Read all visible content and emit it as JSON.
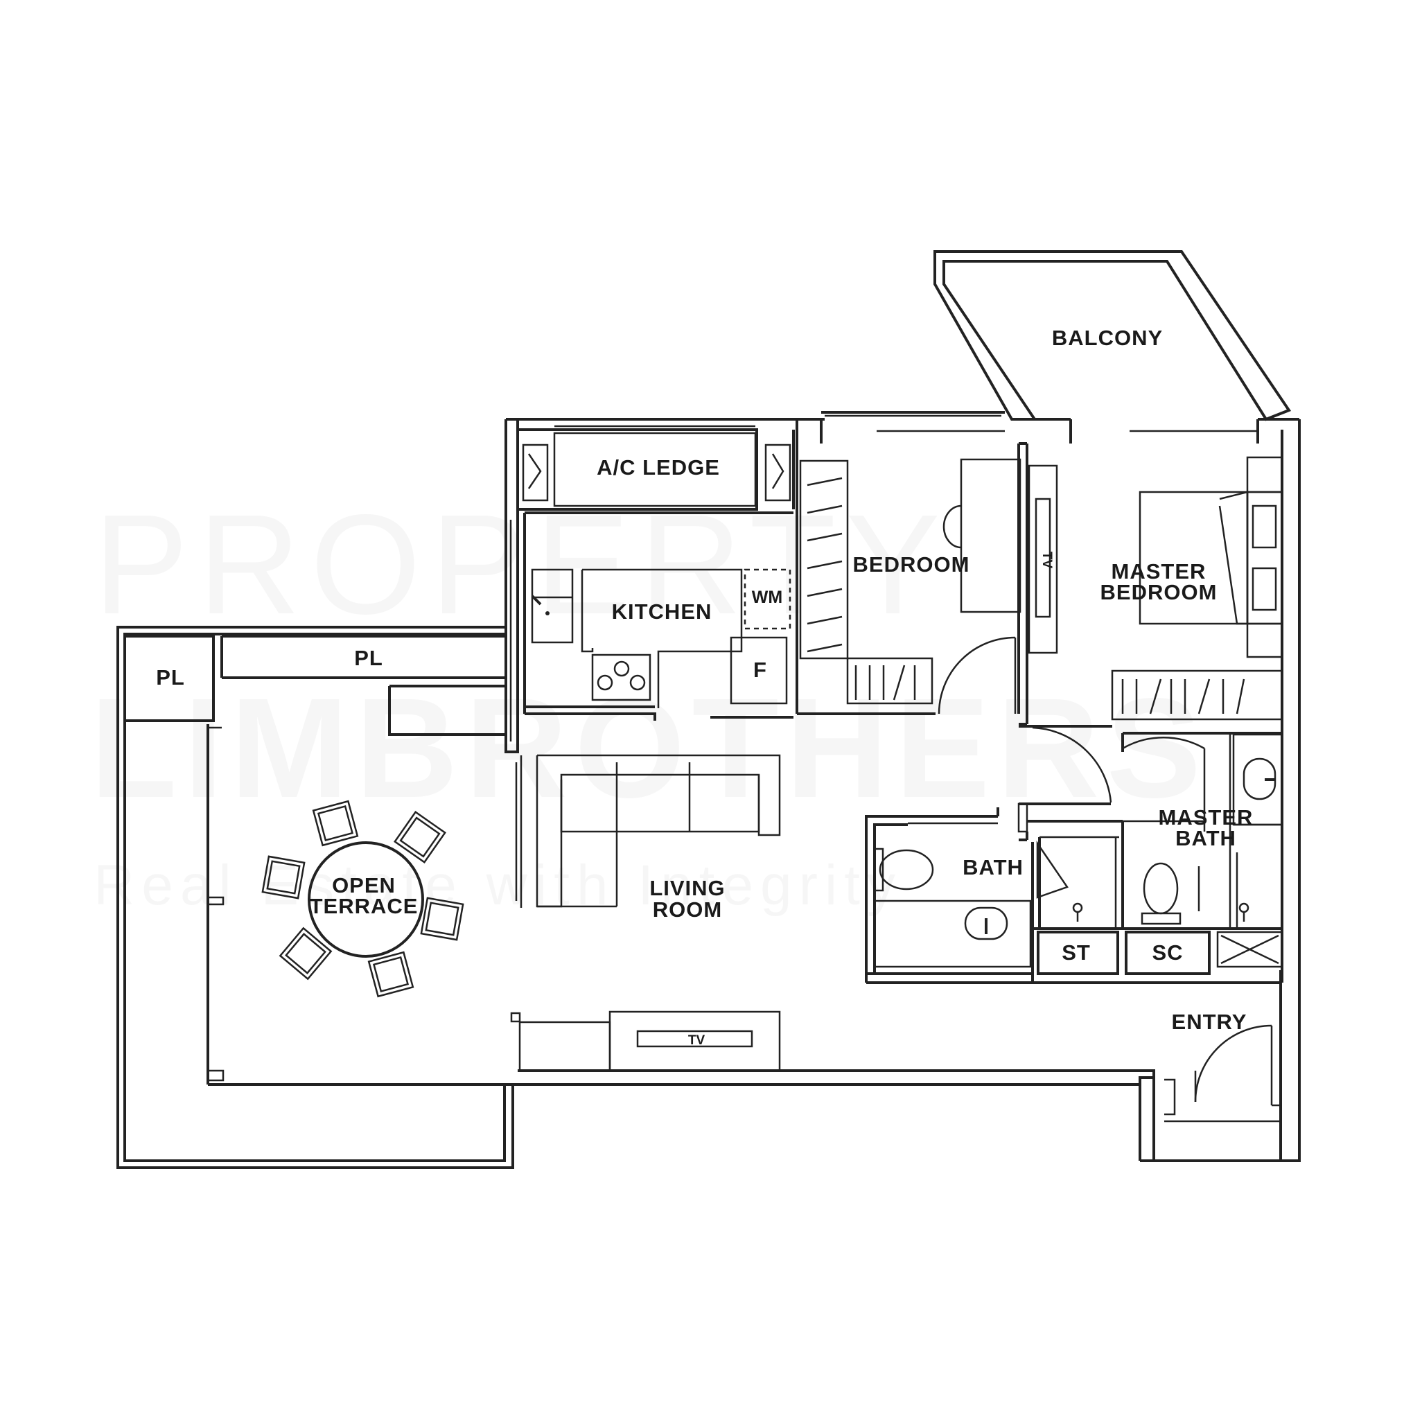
{
  "watermark": {
    "line1": "PROPERTY",
    "line2": "LIMBROTHERS",
    "tagline": "Real Estate with Integrity"
  },
  "rooms": {
    "balcony": "BALCONY",
    "ac_ledge": "A/C LEDGE",
    "kitchen": "KITCHEN",
    "bedroom": "BEDROOM",
    "master_bedroom_1": "MASTER",
    "master_bedroom_2": "BEDROOM",
    "pl_small": "PL",
    "pl_long": "PL",
    "open_terrace_1": "OPEN",
    "open_terrace_2": "TERRACE",
    "living_room_1": "LIVING",
    "living_room_2": "ROOM",
    "bath": "BATH",
    "master_bath_1": "MASTER",
    "master_bath_2": "BATH",
    "store": "ST",
    "shoe_cabinet": "SC",
    "entry": "ENTRY"
  },
  "fixtures": {
    "washing_machine": "WM",
    "fridge": "F",
    "tv_bedroom": "TV",
    "tv_living": "TV"
  }
}
